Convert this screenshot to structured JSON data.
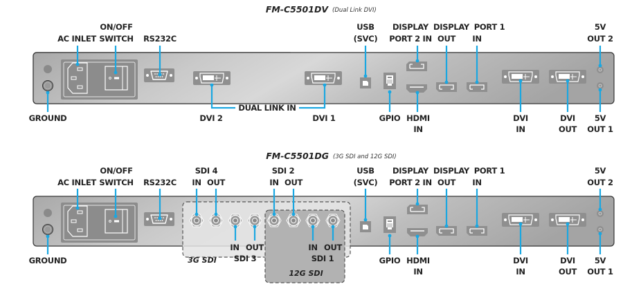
{
  "colors": {
    "leader": "#1aa7e1",
    "panel": "#b8b8b8",
    "connector_base": "#8e8e8e",
    "text": "#222222"
  },
  "top": {
    "title": "FM-C5501DV",
    "subtitle": "(Dual Link DVI)",
    "labels": {
      "ac_inlet": "AC INLET",
      "onoff_1": "ON/OFF",
      "onoff_2": "SWITCH",
      "rs232c": "RS232C",
      "usb_1": "USB",
      "usb_2": "(SVC)",
      "dp2_1": "DISPLAY",
      "dp2_2": "PORT 2 IN",
      "dpout_1": "DISPLAY",
      "dpout_2": "OUT",
      "dp1_1": "PORT 1",
      "dp1_2": "IN",
      "v5out2_1": "5V",
      "v5out2_2": "OUT 2",
      "ground": "GROUND",
      "dvi2": "DVI 2",
      "dual_link": "DUAL LINK IN",
      "dvi1": "DVI 1",
      "gpio": "GPIO",
      "hdmi_1": "HDMI",
      "hdmi_2": "IN",
      "dviin_1": "DVI",
      "dviin_2": "IN",
      "dviout_1": "DVI",
      "dviout_2": "OUT",
      "v5out1_1": "5V",
      "v5out1_2": "OUT 1"
    }
  },
  "bottom": {
    "title": "FM-C5501DG",
    "subtitle": "(3G SDI and 12G SDI)",
    "labels": {
      "ac_inlet": "AC INLET",
      "onoff_1": "ON/OFF",
      "onoff_2": "SWITCH",
      "rs232c": "RS232C",
      "sdi4": "SDI 4",
      "sdi4_in": "IN",
      "sdi4_out": "OUT",
      "sdi2": "SDI 2",
      "sdi2_in": "IN",
      "sdi2_out": "OUT",
      "usb_1": "USB",
      "usb_2": "(SVC)",
      "dp2_1": "DISPLAY",
      "dp2_2": "PORT 2 IN",
      "dpout_1": "DISPLAY",
      "dpout_2": "OUT",
      "dp1_1": "PORT 1",
      "dp1_2": "IN",
      "v5out2_1": "5V",
      "v5out2_2": "OUT 2",
      "ground": "GROUND",
      "sdi3_in": "IN",
      "sdi3_out": "OUT",
      "sdi3": "SDI 3",
      "sdi1_in": "IN",
      "sdi1_out": "OUT",
      "sdi1": "SDI 1",
      "group_3g": "3G SDI",
      "group_12g": "12G SDI",
      "gpio": "GPIO",
      "hdmi_1": "HDMI",
      "hdmi_2": "IN",
      "dviin_1": "DVI",
      "dviin_2": "IN",
      "dviout_1": "DVI",
      "dviout_2": "OUT",
      "v5out1_1": "5V",
      "v5out1_2": "OUT 1"
    }
  }
}
